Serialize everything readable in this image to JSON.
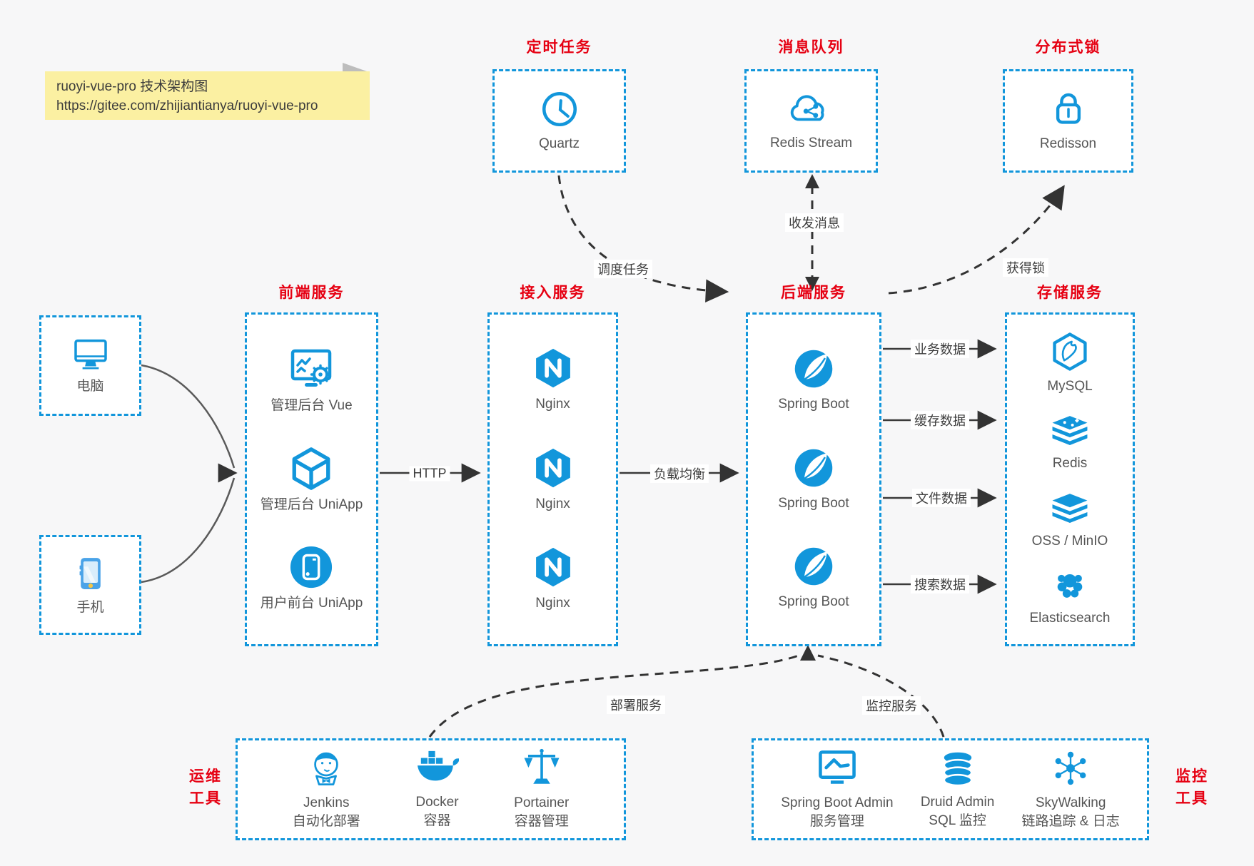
{
  "note": {
    "line1": "ruoyi-vue-pro 技术架构图",
    "line2": "https://gitee.com/zhijiantianya/ruoyi-vue-pro"
  },
  "colors": {
    "canvas_bg": "#f7f7f8",
    "box_border_blue": "#1296db",
    "icon_blue": "#1296db",
    "title_red": "#e60012",
    "note_bg": "#fbf0a2",
    "arrow_dark": "#333333",
    "label_gray": "#555555"
  },
  "top_groups": [
    {
      "title": "定时任务",
      "items": [
        {
          "icon": "clock-icon",
          "label": "Quartz"
        }
      ]
    },
    {
      "title": "消息队列",
      "items": [
        {
          "icon": "cloud-share-icon",
          "label": "Redis Stream"
        }
      ]
    },
    {
      "title": "分布式锁",
      "items": [
        {
          "icon": "lock-icon",
          "label": "Redisson"
        }
      ]
    }
  ],
  "clients": [
    {
      "icon": "desktop-icon",
      "label": "电脑"
    },
    {
      "icon": "smartphone-icon",
      "label": "手机"
    }
  ],
  "columns": [
    {
      "title": "前端服务",
      "items": [
        {
          "icon": "admin-vue-icon",
          "label": "管理后台 Vue"
        },
        {
          "icon": "uniapp-cube-icon",
          "label": "管理后台 UniApp"
        },
        {
          "icon": "user-app-icon",
          "label": "用户前台 UniApp"
        }
      ]
    },
    {
      "title": "接入服务",
      "items": [
        {
          "icon": "nginx-icon",
          "label": "Nginx"
        },
        {
          "icon": "nginx-icon",
          "label": "Nginx"
        },
        {
          "icon": "nginx-icon",
          "label": "Nginx"
        }
      ]
    },
    {
      "title": "后端服务",
      "items": [
        {
          "icon": "spring-boot-icon",
          "label": "Spring Boot"
        },
        {
          "icon": "spring-boot-icon",
          "label": "Spring Boot"
        },
        {
          "icon": "spring-boot-icon",
          "label": "Spring Boot"
        }
      ]
    },
    {
      "title": "存储服务",
      "items": [
        {
          "icon": "mysql-icon",
          "label": "MySQL"
        },
        {
          "icon": "redis-icon",
          "label": "Redis"
        },
        {
          "icon": "minio-icon",
          "label": "OSS / MinIO"
        },
        {
          "icon": "elasticsearch-icon",
          "label": "Elasticsearch"
        }
      ]
    }
  ],
  "bottom_groups": [
    {
      "side_line1": "运维",
      "side_line2": "工具",
      "items": [
        {
          "icon": "jenkins-icon",
          "label1": "Jenkins",
          "label2": "自动化部署"
        },
        {
          "icon": "docker-icon",
          "label1": "Docker",
          "label2": "容器"
        },
        {
          "icon": "portainer-icon",
          "label1": "Portainer",
          "label2": "容器管理"
        }
      ]
    },
    {
      "side_line1": "监控",
      "side_line2": "工具",
      "items": [
        {
          "icon": "spring-boot-admin-icon",
          "label1": "Spring Boot Admin",
          "label2": "服务管理"
        },
        {
          "icon": "druid-icon",
          "label1": "Druid Admin",
          "label2": "SQL 监控"
        },
        {
          "icon": "skywalking-icon",
          "label1": "SkyWalking",
          "label2": "链路追踪 & 日志"
        }
      ]
    }
  ],
  "edges": {
    "http": "HTTP",
    "load_balance": "负载均衡",
    "schedule_task": "调度任务",
    "send_receive_msg": "收发消息",
    "acquire_lock": "获得锁",
    "business_data": "业务数据",
    "cache_data": "缓存数据",
    "file_data": "文件数据",
    "search_data": "搜索数据",
    "deploy_service": "部署服务",
    "monitor_service": "监控服务"
  }
}
